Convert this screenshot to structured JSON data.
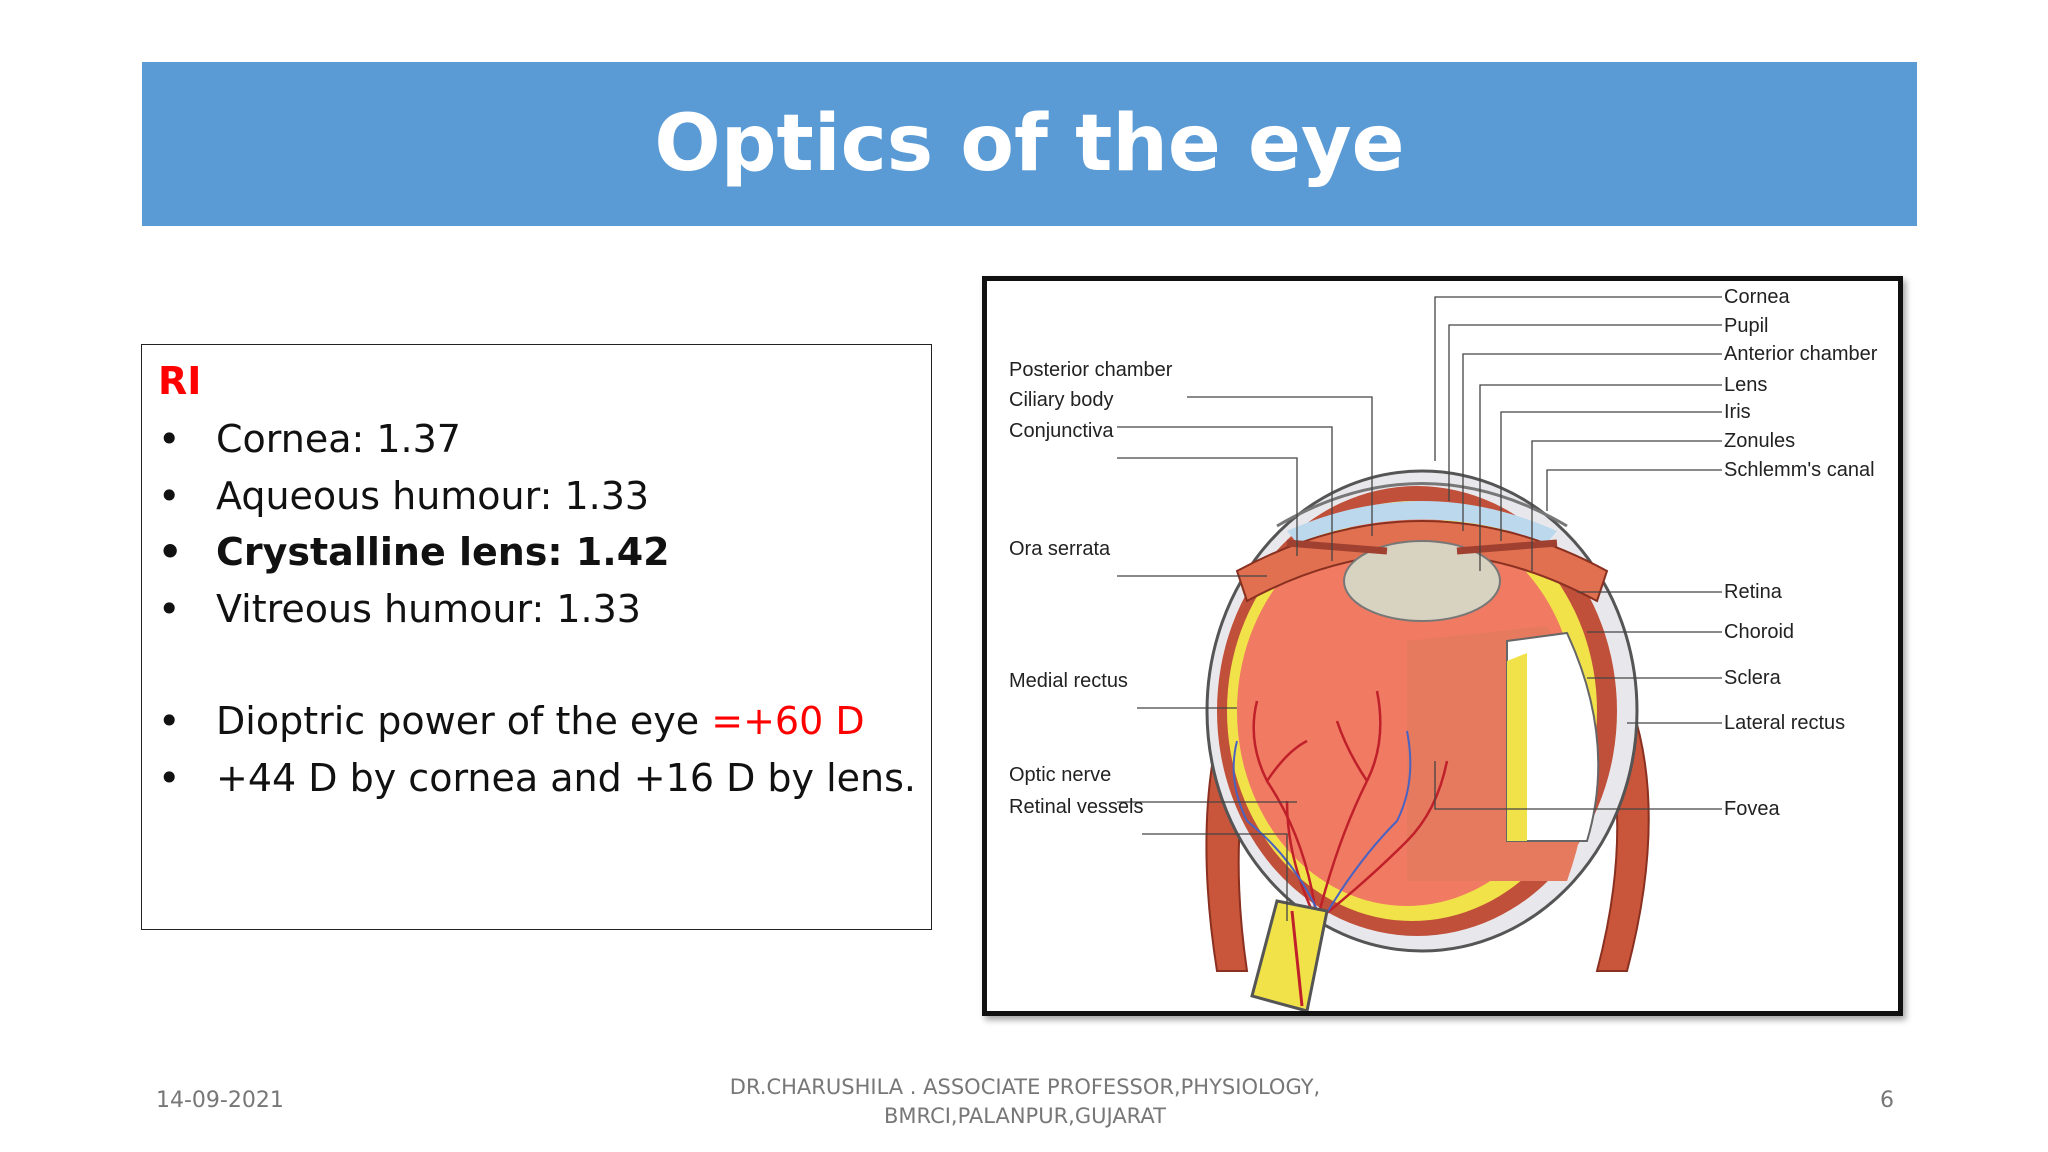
{
  "slide": {
    "title": "Optics of the eye",
    "ri_heading": "RI",
    "bullets": [
      {
        "text": "Cornea: 1.37"
      },
      {
        "text": "Aqueous humour: 1.33"
      },
      {
        "text": "Crystalline lens: 1.42"
      },
      {
        "text": "Vitreous humour: 1.33"
      },
      {
        "text": "Dioptric power of the eye ",
        "highlight": "=+60 D"
      },
      {
        "text": "+44 D by cornea and +16 D by lens."
      }
    ],
    "bullet_char": "•",
    "colors": {
      "title_bar": "#5b9bd5",
      "highlight": "#ff0000"
    }
  },
  "diagram": {
    "left_labels": [
      "Posterior chamber",
      "Ciliary body",
      "Conjunctiva",
      "Ora serrata",
      "Medial rectus",
      "Optic nerve",
      "Retinal vessels"
    ],
    "right_labels": [
      "Cornea",
      "Pupil",
      "Anterior chamber",
      "Lens",
      "Iris",
      "Zonules",
      "Schlemm's canal",
      "Retina",
      "Choroid",
      "Sclera",
      "Lateral rectus",
      "Fovea"
    ]
  },
  "footer": {
    "date": "14-09-2021",
    "author_line1": "DR.CHARUSHILA . ASSOCIATE  PROFESSOR,PHYSIOLOGY,",
    "author_line2": "BMRCI,PALANPUR,GUJARAT",
    "page_number": "6"
  }
}
